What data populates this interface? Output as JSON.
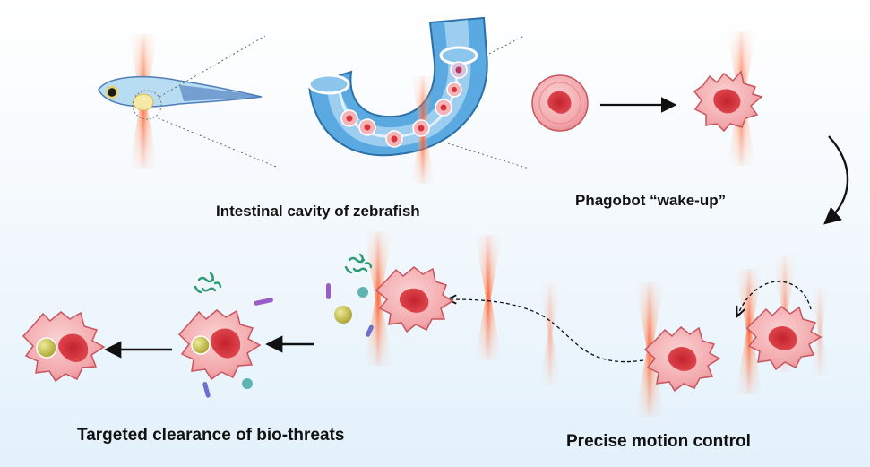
{
  "captions": {
    "intestinal": "Intestinal cavity of zebrafish",
    "wakeup": "Phagobot “wake-up”",
    "clearance": "Targeted clearance of bio-threats",
    "motion": "Precise motion control"
  },
  "colors": {
    "cell_body": "#f2a7ab",
    "cell_edge": "#c8555e",
    "nucleus": "#d9343e",
    "laser_core": "#ff7a4a",
    "intestine_blue": "#4a9ed8",
    "bacteria_green": "#2f9a72",
    "bacteria_purple": "#9a5cc8",
    "particle_olive": "#c9c34a",
    "particle_teal": "#5fb3b0"
  },
  "icons": [
    "zebrafish-illustration",
    "intestine-cross-section",
    "laser-beam",
    "macrophage-cell",
    "bacteria-cluster",
    "rod-bacterium",
    "microparticle",
    "arrow"
  ]
}
